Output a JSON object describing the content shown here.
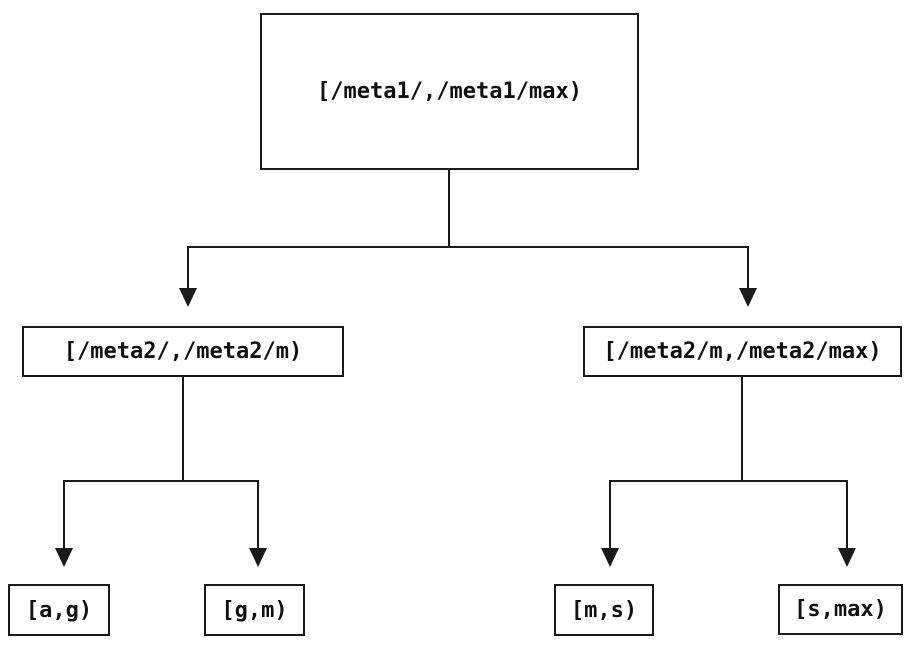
{
  "diagram": {
    "kind": "interval-partition-tree",
    "colors": {
      "line": "#1a1a1a",
      "box_border": "#1a1a1a",
      "box_fill": "#ffffff",
      "text": "#111111",
      "background": "#ffffff"
    },
    "nodes": [
      {
        "id": "root",
        "label": "[/meta1/,/meta1/max)",
        "level": 0
      },
      {
        "id": "left",
        "label": "[/meta2/,/meta2/m)",
        "level": 1
      },
      {
        "id": "right",
        "label": "[/meta2/m,/meta2/max)",
        "level": 1
      },
      {
        "id": "left-left",
        "label": "[a,g)",
        "level": 2
      },
      {
        "id": "left-right",
        "label": "[g,m)",
        "level": 2
      },
      {
        "id": "right-left",
        "label": "[m,s)",
        "level": 2
      },
      {
        "id": "right-right",
        "label": "[s,max)",
        "level": 2
      }
    ],
    "edges": [
      {
        "from": "root",
        "to": "left"
      },
      {
        "from": "root",
        "to": "right"
      },
      {
        "from": "left",
        "to": "left-left"
      },
      {
        "from": "left",
        "to": "left-right"
      },
      {
        "from": "right",
        "to": "right-left"
      },
      {
        "from": "right",
        "to": "right-right"
      }
    ]
  }
}
